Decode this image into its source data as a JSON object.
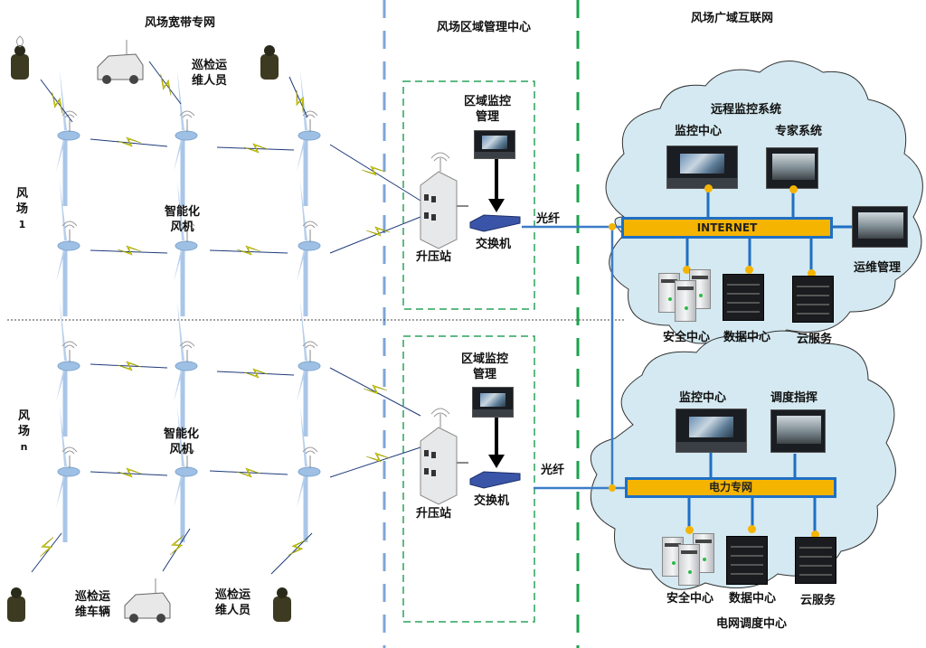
{
  "sections": {
    "wind_broadband": "风场宽带专网",
    "regional_center": "风场区域管理中心",
    "wide_area": "风场广域互联网"
  },
  "farm1": {
    "label_line1": "风",
    "label_line2": "场",
    "label_line3": "1",
    "patrol_staff_line1": "巡检运",
    "patrol_staff_line2": "维人员",
    "turbine_line1": "智能化",
    "turbine_line2": "风机"
  },
  "farmN": {
    "label_line1": "风",
    "label_line2": "场",
    "label_line3": "n",
    "turbine_line1": "智能化",
    "turbine_line2": "风机",
    "patrol_vehicle_line1": "巡检运",
    "patrol_vehicle_line2": "维车辆",
    "patrol_staff_line1": "巡检运",
    "patrol_staff_line2": "维人员"
  },
  "region1": {
    "monitor_line1": "区域监控",
    "monitor_line2": "管理",
    "substation": "升压站",
    "switch": "交换机",
    "fiber": "光纤"
  },
  "region2": {
    "monitor_line1": "区域监控",
    "monitor_line2": "管理",
    "substation": "升压站",
    "switch": "交换机",
    "fiber": "光纤"
  },
  "cloud1": {
    "title": "远程监控系统",
    "monitor_center": "监控中心",
    "expert_system": "专家系统",
    "bus": "INTERNET",
    "ops_mgmt": "运维管理",
    "security_center": "安全中心",
    "data_center": "数据中心",
    "cloud_service": "云服务"
  },
  "cloud2": {
    "monitor_center": "监控中心",
    "dispatch_command": "调度指挥",
    "bus": "电力专网",
    "security_center": "安全中心",
    "data_center": "数据中心",
    "cloud_service": "云服务",
    "title": "电网调度中心"
  },
  "colors": {
    "bus_fill": "#f5b400",
    "bus_border": "#1f6fc4",
    "cloud_fill": "#d4e9f1",
    "divider_blue": "#7ea6d8",
    "divider_green": "#1aa34a",
    "lightning": "#f4f000"
  }
}
